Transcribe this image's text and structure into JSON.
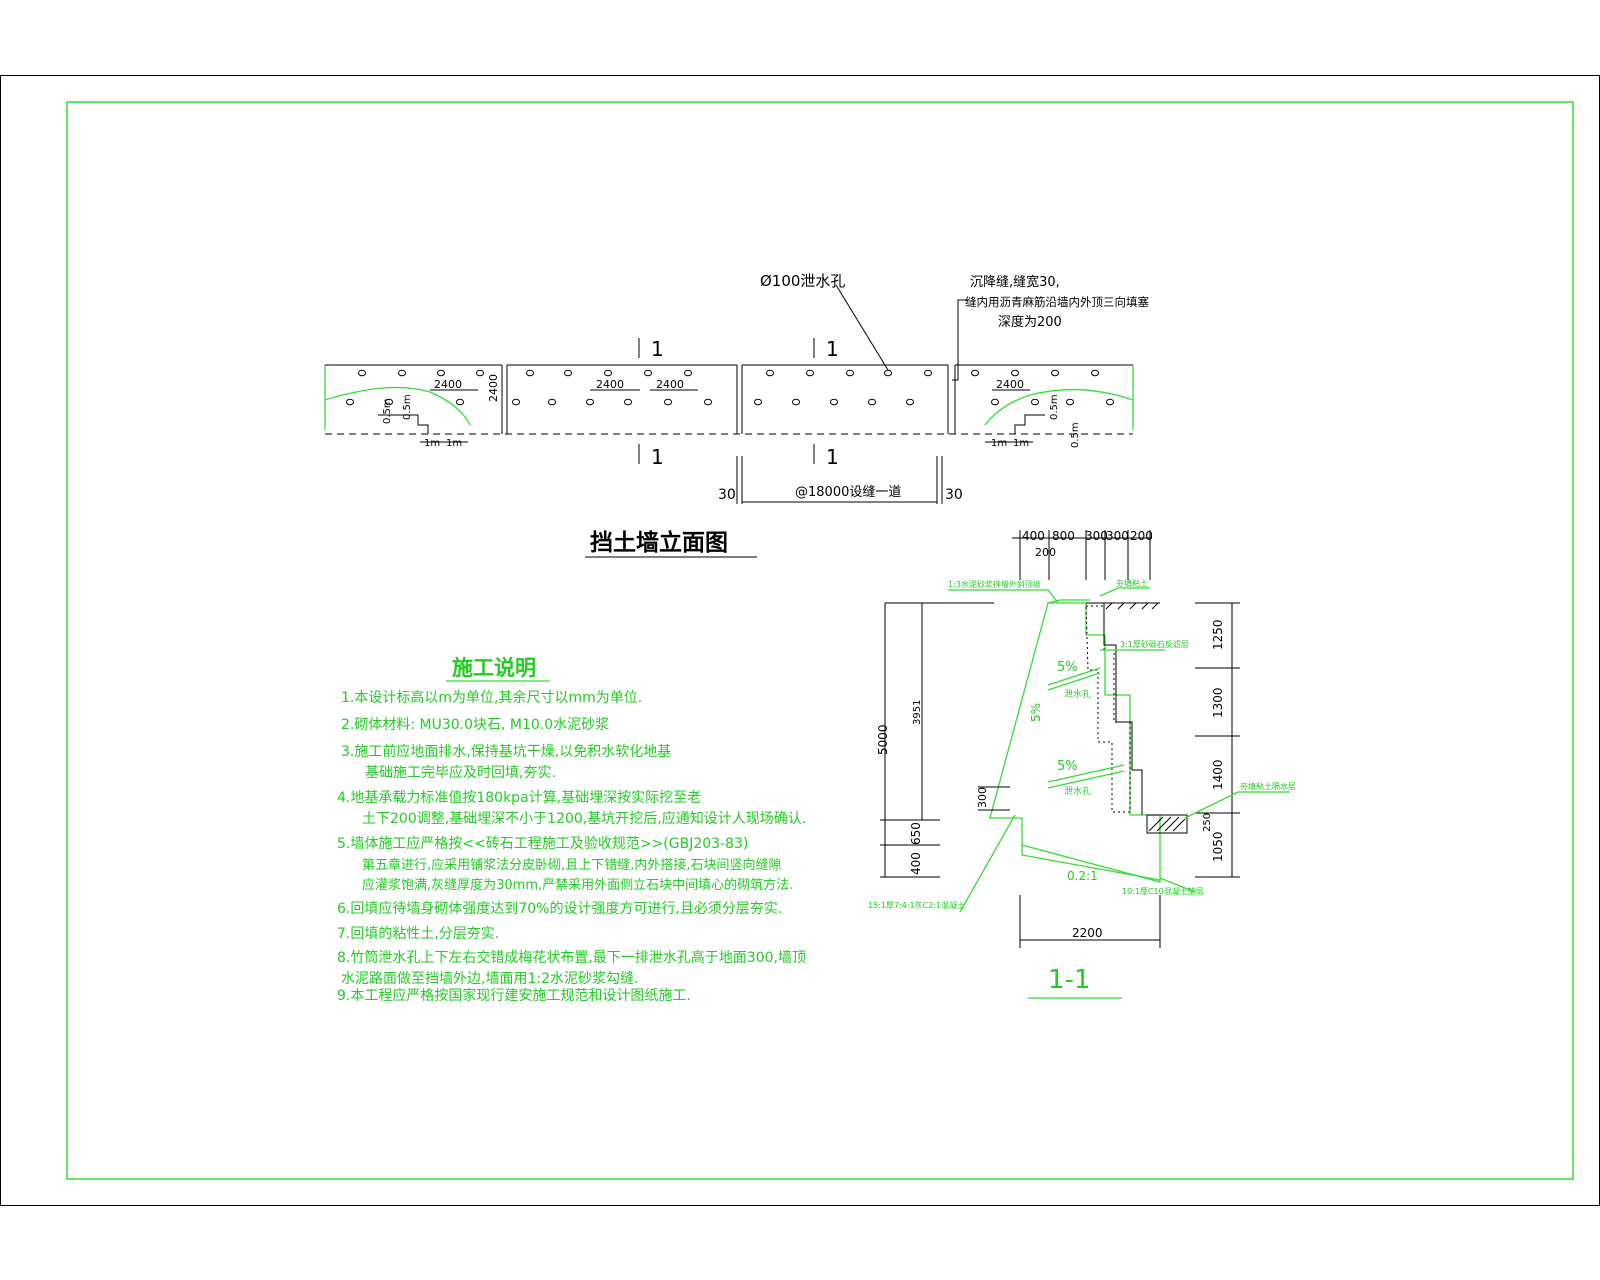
{
  "elevation": {
    "title": "挡土墙立面图",
    "drain_hole_label": "Ø100泄水孔",
    "joint_note_line1": "沉降缝,缝宽30,",
    "joint_note_line2": "缝内用沥青麻筋沿墙内外顶三向填塞",
    "joint_note_line3": "深度为200",
    "section_mark": "1",
    "dim_2400": "2400",
    "dim_05m": "0.5m",
    "dim_1m": "1m",
    "dim_30": "30",
    "dim_spacing": "@18000设缝一道"
  },
  "notes": {
    "title": "施工说明",
    "lines": [
      "1.本设计标高以m为单位,其余尺寸以mm为单位.",
      "2.砌体材料: MU30.0块石, M10.0水泥砂浆",
      "3.施工前应地面排水,保持基坑干燥,以免积水软化地基",
      "基础施工完毕应及时回填,夯实.",
      "4.地基承载力标准值按180kpa计算,基础埋深按实际挖至老",
      "土下200调整,基础埋深不小于1200,基坑开挖后,应通知设计人现场确认.",
      "5.墙体施工应严格按<<砖石工程施工及验收规范>>(GBJ203-83)",
      "第五章进行,应采用铺浆法分皮卧砌,且上下错缝,内外搭接,石块间竖向缝隙",
      "应灌浆饱满,灰缝厚度为30mm,严禁采用外面侧立石块中间填心的砌筑方法.",
      "6.回填应待墙身砌体强度达到70%的设计强度方可进行,且必须分层夯实.",
      "7.回填的粘性土,分层夯实.",
      "8.竹筒泄水孔上下左右交错成梅花状布置,最下一排泄水孔高于地面300,墙顶",
      "水泥路面做至挡墙外边,墙面用1:2水泥砂浆勾缝.",
      "9.本工程应严格按国家现行建安施工规范和设计图纸施工."
    ]
  },
  "section": {
    "title": "1-1",
    "top_dims": [
      "400",
      "800",
      "300",
      "300",
      "200"
    ],
    "top_dim_sub": "200",
    "label_top_mortar": "1:3水泥砂浆抹墙外斜顶坡",
    "label_backfill": "夯填粘土",
    "label_gravel": "3:1厚砂砾石反滤层",
    "label_waterproof": "夯填粘土隔水层",
    "label_cushion": "10:1厚C10混凝土垫层",
    "label_base": "15:1厚7:4:1灰C2:1混凝土",
    "slope_5pct": "5%",
    "slope_batter": "0.2:1",
    "drain_label": "泄水孔",
    "dim_5000": "5000",
    "dim_3951": "3951",
    "dim_650": "650",
    "dim_400": "400",
    "dim_300": "300",
    "dim_250": "250",
    "dim_1250": "1250",
    "dim_1300": "1300",
    "dim_1400": "1400",
    "dim_1050": "1050",
    "dim_2200": "2200"
  }
}
